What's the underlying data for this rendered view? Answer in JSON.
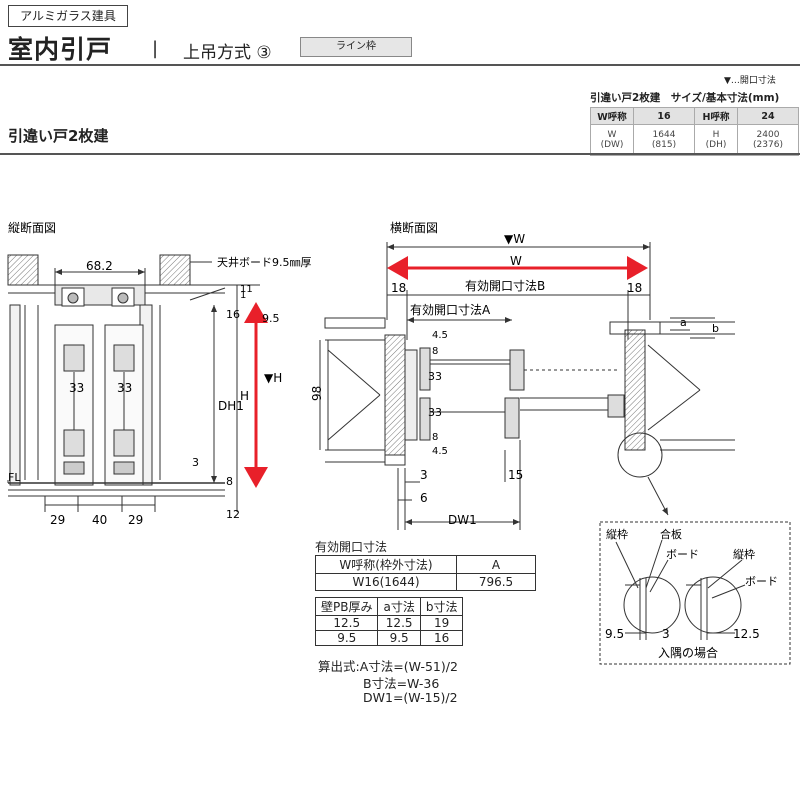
{
  "header": {
    "category": "アルミガラス建具",
    "title": "室内引戸",
    "separator": "|",
    "subtitle": "上吊方式 ③",
    "frame_tag": "ライン枠",
    "legend": "▼…開口寸法",
    "section_title": "引違い戸2枚建"
  },
  "spec": {
    "title": "引違い戸2枚建　サイズ/基本寸法(mm)",
    "w_label": "W呼称",
    "w_code": "16",
    "h_label": "H呼称",
    "h_code": "24",
    "w_sym": "W",
    "w_sym2": "(DW)",
    "w_val": "1644",
    "w_val2": "(815)",
    "h_sym": "H",
    "h_sym2": "(DH)",
    "h_val": "2400",
    "h_val2": "(2376)"
  },
  "vertical": {
    "title": "縦断面図",
    "ceiling_label": "天井ボード9.5㎜厚",
    "dims": {
      "top_width": "68.2",
      "d1": "1",
      "d11": "11",
      "d16": "16",
      "d95": "9.5",
      "d33a": "33",
      "d33b": "33",
      "dh1": "DH1",
      "h": "H",
      "h_mark": "▼H",
      "d3": "3",
      "d8": "8",
      "d12": "12",
      "fl": "FL",
      "b29a": "29",
      "b40": "40",
      "b29b": "29"
    }
  },
  "horizontal": {
    "title": "横断面図",
    "dims": {
      "w_mark": "▼W",
      "w": "W",
      "d18a": "18",
      "d18b": "18",
      "eff_b": "有効開口寸法B",
      "eff_a": "有効開口寸法A",
      "d98": "98",
      "d45a": "4.5",
      "d8a": "8",
      "d33a": "33",
      "d33b": "33",
      "d8b": "8",
      "d45b": "4.5",
      "d3": "3",
      "d15": "15",
      "d6": "6",
      "dw1": "DW1",
      "da": "a",
      "db": "b"
    }
  },
  "eff_table": {
    "title": "有効開口寸法",
    "h1": "W呼称(枠外寸法)",
    "h2": "A",
    "r1": "W16(1644)",
    "r2": "796.5"
  },
  "pb_table": {
    "headers": [
      "壁PB厚み",
      "a寸法",
      "b寸法"
    ],
    "rows": [
      [
        "12.5",
        "12.5",
        "19"
      ],
      [
        "9.5",
        "9.5",
        "16"
      ]
    ]
  },
  "formulas": {
    "f1": "算出式:A寸法=(W-51)/2",
    "f2": "B寸法=W-36",
    "f3": "DW1=(W-15)/2"
  },
  "detail": {
    "frame_a": "縦枠",
    "plywood": "合板",
    "board_a": "ボード",
    "frame_b": "縦枠",
    "board_b": "ボード",
    "d95": "9.5",
    "d3": "3",
    "d125": "12.5",
    "caption": "入隅の場合"
  },
  "colors": {
    "accent_red": "#e8202a",
    "line": "#333333"
  }
}
